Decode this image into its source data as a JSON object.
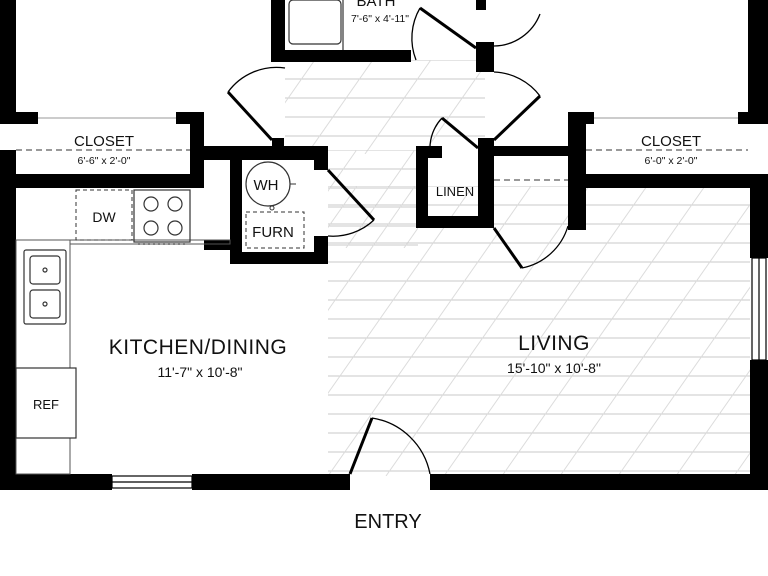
{
  "plan": {
    "rooms": {
      "bath": {
        "name": "BATH",
        "dims": "7'-6\" x 4'-11\""
      },
      "closet_left": {
        "name": "CLOSET",
        "dims": "6'-6\" x 2'-0\""
      },
      "closet_right": {
        "name": "CLOSET",
        "dims": "6'-0\" x 2'-0\""
      },
      "linen": {
        "name": "LINEN"
      },
      "kitchen": {
        "name": "KITCHEN/DINING",
        "dims": "11'-7\" x 10'-8\""
      },
      "living": {
        "name": "LIVING",
        "dims": "15'-10\" x 10'-8\""
      }
    },
    "fixtures": {
      "water_heater": "WH",
      "furnace": "FURN",
      "dishwasher": "DW",
      "refrigerator": "REF"
    },
    "entry_label": "ENTRY",
    "colors": {
      "wall": "#000000",
      "floor_hatch": "#c8c8c8",
      "fixture_line": "#333333",
      "background": "#ffffff"
    }
  }
}
